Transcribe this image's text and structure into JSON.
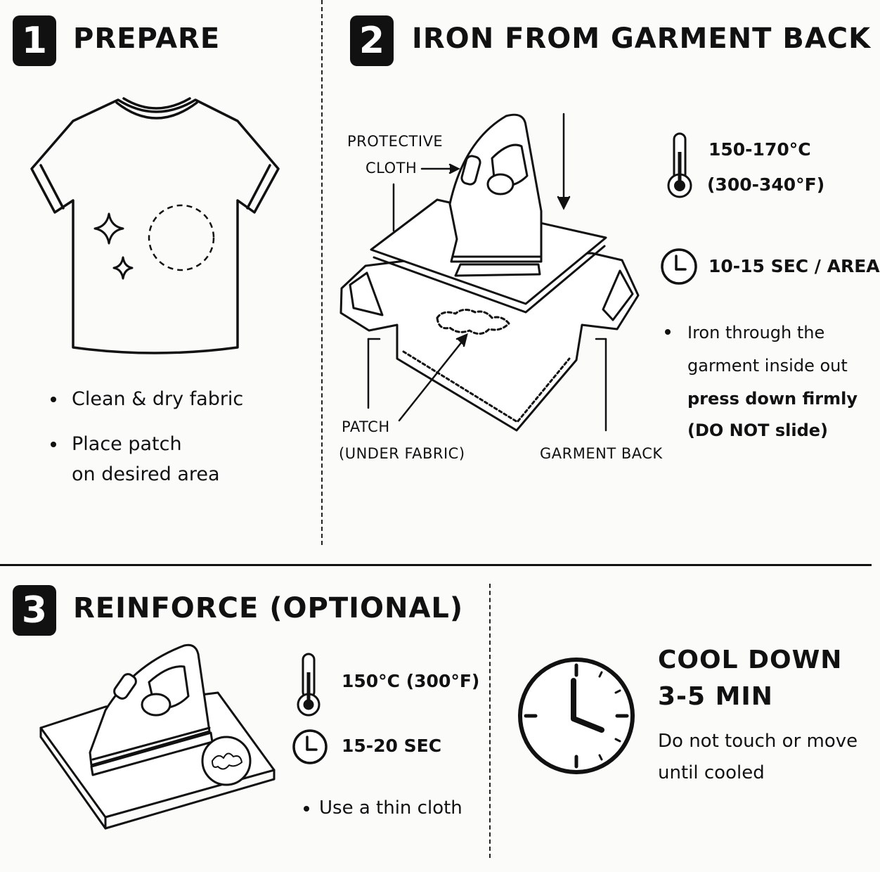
{
  "step1": {
    "number": "1",
    "title": "PREPARE",
    "bullets": [
      "Clean & dry fabric",
      "Place patch",
      "on desired area"
    ]
  },
  "step2": {
    "number": "2",
    "title": "IRON FROM GARMENT BACK",
    "labels": {
      "protective_cloth_1": "PROTECTIVE",
      "protective_cloth_2": "CLOTH",
      "patch_1": "PATCH",
      "patch_2": "(UNDER FABRIC)",
      "garment_back": "GARMENT BACK"
    },
    "temperature_c": "150-170°C",
    "temperature_f": "(300-340°F)",
    "time": "10-15 SEC / AREA",
    "note_line1": "Iron through the",
    "note_line2": "garment inside out",
    "note_bold1": "press down firmly",
    "note_bold2": "(DO NOT slide)"
  },
  "step3": {
    "number": "3",
    "title": "REINFORCE (OPTIONAL)",
    "temperature": "150°C (300°F)",
    "time": "15-20 SEC",
    "bullet": "Use a thin cloth"
  },
  "cooldown": {
    "title_line1": "COOL DOWN",
    "title_line2": "3-5 MIN",
    "note_line1": "Do not touch or move",
    "note_line2": "until cooled"
  },
  "icons": {
    "thermometer": "thermometer-icon",
    "clock": "clock-icon",
    "iron": "iron-icon",
    "tshirt": "tshirt-icon",
    "sparkle": "sparkle-icon"
  },
  "colors": {
    "ink": "#111111",
    "background": "#fbfbfa"
  }
}
